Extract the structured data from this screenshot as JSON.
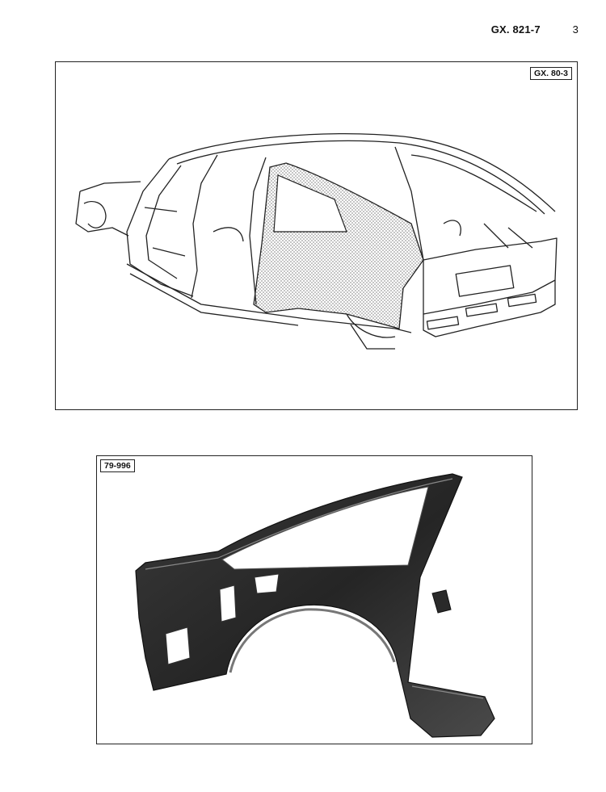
{
  "header": {
    "doc_ref": "GX. 821-7",
    "page_number": "3"
  },
  "figures": [
    {
      "label": "GX. 80-3",
      "kind": "line drawing",
      "subject": "body shell"
    },
    {
      "label": "79-996",
      "kind": "photograph",
      "subject": "rear quarter panel"
    }
  ]
}
